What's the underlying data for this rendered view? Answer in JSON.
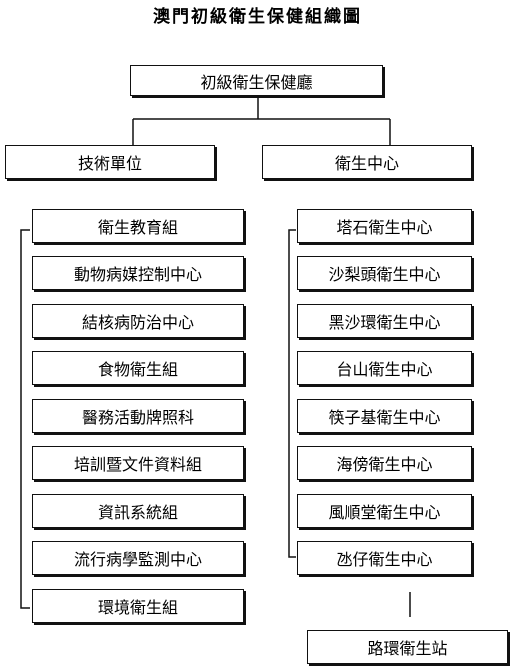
{
  "title": "澳門初級衛生保健組織圖",
  "root": "初級衛生保健廳",
  "left": {
    "header": "技術單位",
    "items": [
      "衛生教育組",
      "動物病媒控制中心",
      "結核病防治中心",
      "食物衛生組",
      "醫務活動牌照科",
      "培訓暨文件資料組",
      "資訊系統組",
      "流行病學監測中心",
      "環境衛生組"
    ]
  },
  "right": {
    "header": "衛生中心",
    "items": [
      "塔石衛生中心",
      "沙梨頭衛生中心",
      "黑沙環衛生中心",
      "台山衛生中心",
      "筷子基衛生中心",
      "海傍衛生中心",
      "風順堂衛生中心",
      "氹仔衛生中心"
    ],
    "station": "路環衛生站"
  }
}
